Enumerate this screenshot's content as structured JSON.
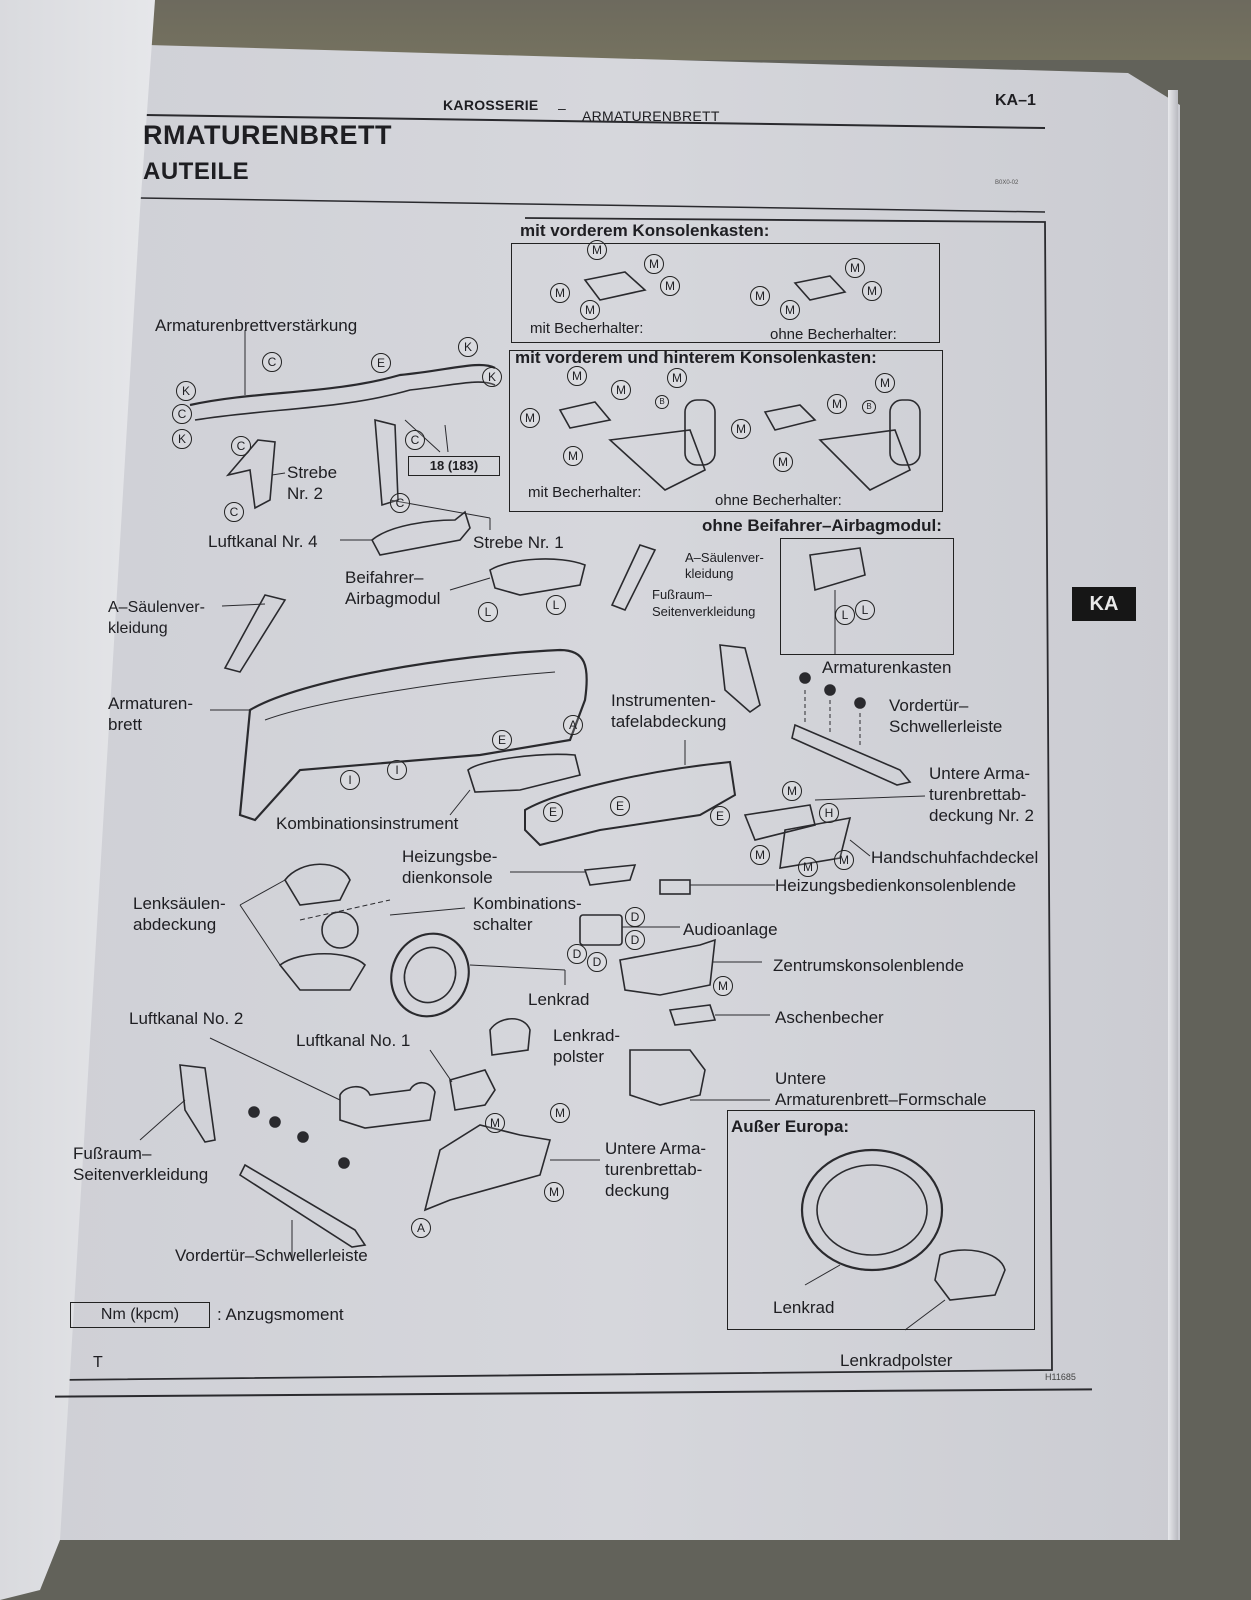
{
  "header": {
    "section": "KAROSSERIE",
    "separator": "–",
    "subsection": "ARMATURENBRETT",
    "page_number": "KA–1",
    "code": "B0X0-02"
  },
  "title": {
    "main": "RMATURENBRETT",
    "sub": "AUTEILE"
  },
  "side_tab": "KA",
  "insets": {
    "front_console": {
      "heading": "mit vorderem Konsolenkasten:",
      "left": "mit Becherhalter:",
      "right": "ohne Becherhalter:"
    },
    "front_rear_console": {
      "heading": "mit vorderem und hinterem Konsolenkasten:",
      "left": "mit Becherhalter:",
      "right": "ohne Becherhalter:"
    },
    "no_airbag": {
      "heading": "ohne Beifahrer–Airbagmodul:"
    },
    "outside_europe": {
      "heading": "Außer Europa:",
      "steering_wheel": "Lenkrad",
      "pad": "Lenkradpolster"
    }
  },
  "torque": {
    "value": "18 (183)",
    "legend_box": "Nm (kpcm)",
    "legend_text": ": Anzugsmoment"
  },
  "labels": {
    "reinforcement": "Armaturenbrettverstärkung",
    "brace2_a": "Strebe",
    "brace2_b": "Nr. 2",
    "duct4": "Luftkanal Nr. 4",
    "brace1": "Strebe Nr. 1",
    "airbag_a": "Beifahrer–",
    "airbag_b": "Airbagmodul",
    "a_pillar_a": "A–Säulenver-",
    "a_pillar_b": "kleidung",
    "a_pillar_small_a": "A–Säulenver-",
    "a_pillar_small_b": "kleidung",
    "footwell_small_a": "Fußraum–",
    "footwell_small_b": "Seitenverkleidung",
    "glovebox": "Armaturenkasten",
    "dashboard_a": "Armaturen-",
    "dashboard_b": "brett",
    "cluster_cover_a": "Instrumenten-",
    "cluster_cover_b": "tafelabdeckung",
    "scuff_right_a": "Vordertür–",
    "scuff_right_b": "Schwellerleiste",
    "lower_cover2_a": "Untere Arma-",
    "lower_cover2_b": "turenbrettab-",
    "lower_cover2_c": "deckung Nr. 2",
    "combo_meter": "Kombinationsinstrument",
    "glove_door": "Handschuhfachdeckel",
    "heater_a": "Heizungsbe-",
    "heater_b": "dienkonsole",
    "heater_panel": "Heizungsbedienkonsolenblende",
    "column_cover_a": "Lenksäulen-",
    "column_cover_b": "abdeckung",
    "combo_switch_a": "Kombinations-",
    "combo_switch_b": "schalter",
    "audio": "Audioanlage",
    "center_panel": "Zentrumskonsolenblende",
    "steering_wheel": "Lenkrad",
    "ashtray": "Aschenbecher",
    "duct2": "Luftkanal No. 2",
    "duct1": "Luftkanal No. 1",
    "wheel_pad_a": "Lenkrad-",
    "wheel_pad_b": "polster",
    "lower_finish_a": "Untere",
    "lower_finish_b": "Armaturenbrett–Formschale",
    "footwell_a": "Fußraum–",
    "footwell_b": "Seitenverkleidung",
    "lower_cover_a": "Untere Arma-",
    "lower_cover_b": "turenbrettab-",
    "lower_cover_c": "deckung",
    "scuff_left": "Vordertür–Schwellerleiste"
  },
  "callouts": {
    "M": "M",
    "K": "K",
    "C": "C",
    "E": "E",
    "L": "L",
    "I": "I",
    "A": "A",
    "H": "H",
    "D": "D",
    "B": "B"
  },
  "footer": {
    "letter": "T",
    "figure_id": "H11685"
  }
}
